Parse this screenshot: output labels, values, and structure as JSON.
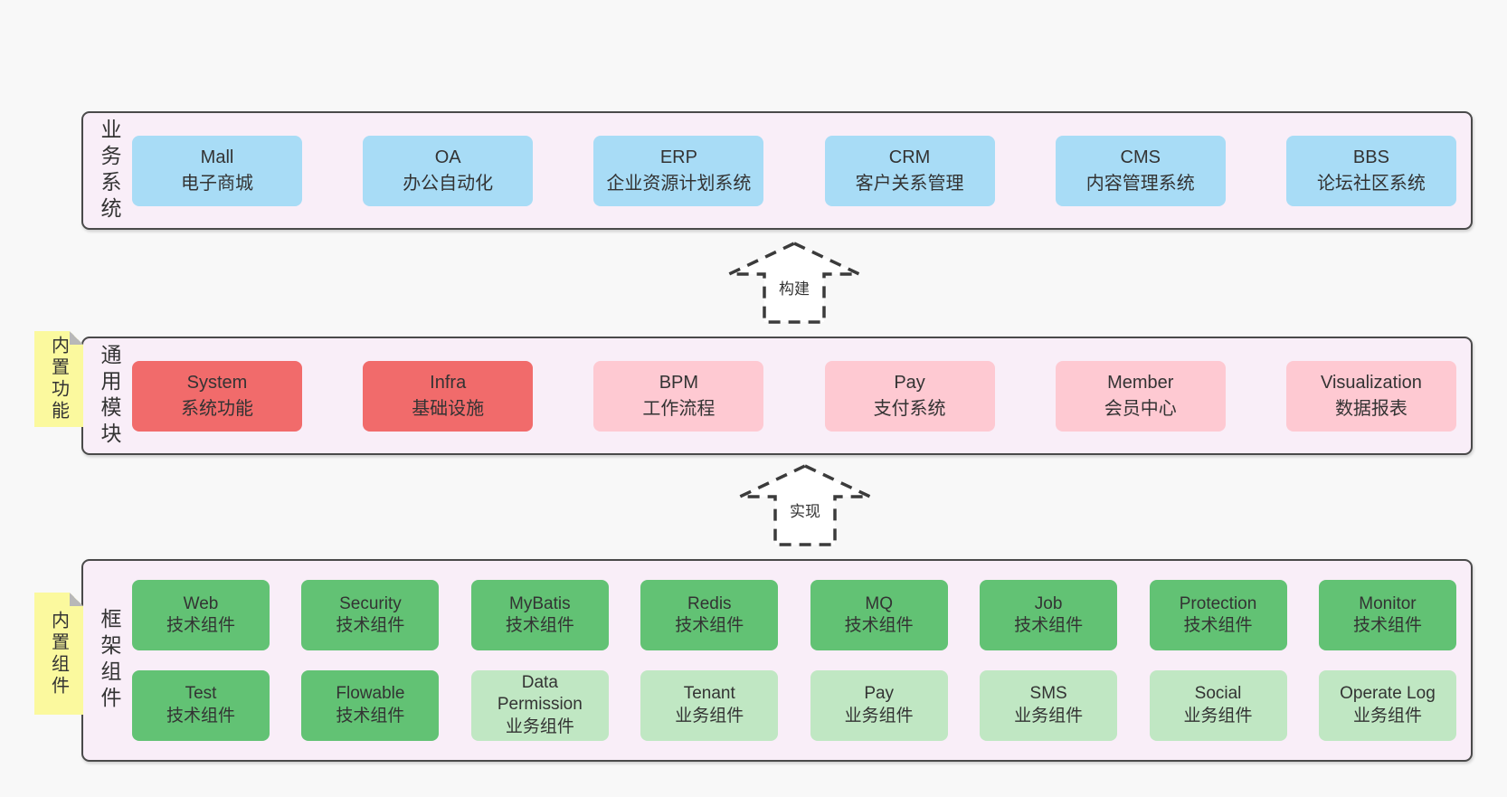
{
  "colors": {
    "page_bg": "#f8f8f8",
    "panel_bg": "#f9eef8",
    "panel_border": "#4a4a4a",
    "box_blue": "#a8dcf6",
    "box_red": "#f16b6b",
    "box_pink": "#fec9d2",
    "box_green": "#62c274",
    "box_green_light": "#c0e7c3",
    "sticky_yellow": "#fbf99e",
    "text": "#333333"
  },
  "arrows": {
    "build": "构建",
    "implement": "实现"
  },
  "layers": {
    "business": {
      "label": "业务系统",
      "boxes": [
        {
          "name": "Mall",
          "desc": "电子商城"
        },
        {
          "name": "OA",
          "desc": "办公自动化"
        },
        {
          "name": "ERP",
          "desc": "企业资源计划系统"
        },
        {
          "name": "CRM",
          "desc": "客户关系管理"
        },
        {
          "name": "CMS",
          "desc": "内容管理系统"
        },
        {
          "name": "BBS",
          "desc": "论坛社区系统"
        }
      ]
    },
    "modules": {
      "label": "通用模块",
      "sticky": "内置功能",
      "boxes": [
        {
          "name": "System",
          "desc": "系统功能"
        },
        {
          "name": "Infra",
          "desc": "基础设施"
        },
        {
          "name": "BPM",
          "desc": "工作流程"
        },
        {
          "name": "Pay",
          "desc": "支付系统"
        },
        {
          "name": "Member",
          "desc": "会员中心"
        },
        {
          "name": "Visualization",
          "desc": "数据报表"
        }
      ]
    },
    "components": {
      "label": "框架组件",
      "sticky": "内置组件",
      "row1": [
        {
          "name": "Web",
          "desc": "技术组件"
        },
        {
          "name": "Security",
          "desc": "技术组件"
        },
        {
          "name": "MyBatis",
          "desc": "技术组件"
        },
        {
          "name": "Redis",
          "desc": "技术组件"
        },
        {
          "name": "MQ",
          "desc": "技术组件"
        },
        {
          "name": "Job",
          "desc": "技术组件"
        },
        {
          "name": "Protection",
          "desc": "技术组件"
        },
        {
          "name": "Monitor",
          "desc": "技术组件"
        }
      ],
      "row2": [
        {
          "name": "Test",
          "desc": "技术组件"
        },
        {
          "name": "Flowable",
          "desc": "技术组件"
        },
        {
          "name": "Data Permission",
          "desc": "业务组件"
        },
        {
          "name": "Tenant",
          "desc": "业务组件"
        },
        {
          "name": "Pay",
          "desc": "业务组件"
        },
        {
          "name": "SMS",
          "desc": "业务组件"
        },
        {
          "name": "Social",
          "desc": "业务组件"
        },
        {
          "name": "Operate Log",
          "desc": "业务组件"
        }
      ]
    }
  }
}
